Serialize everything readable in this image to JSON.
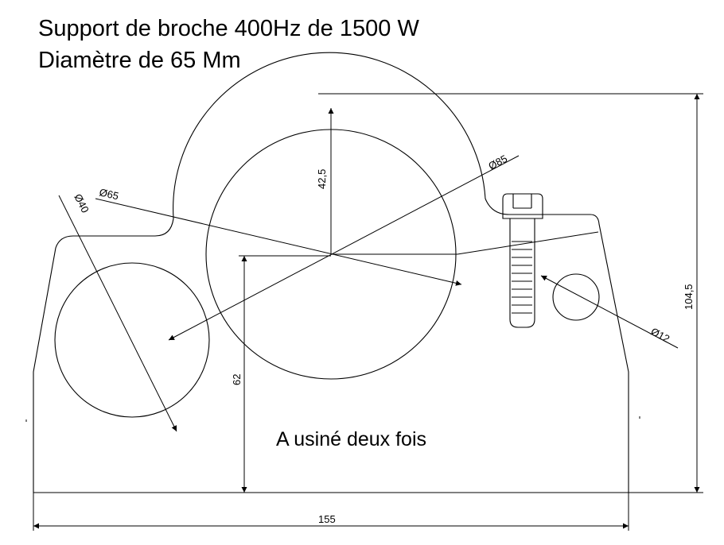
{
  "title_line1": "Support de broche 400Hz de 1500 W",
  "title_line2": "Diamètre de 65 Mm",
  "note": "A usiné deux fois",
  "dimensions": {
    "d85": "Ø85",
    "d65": "Ø65",
    "d40": "Ø40",
    "d12": "Ø12",
    "r42": "42,5",
    "h62": "62",
    "h104": "104,5",
    "w155": "155"
  }
}
